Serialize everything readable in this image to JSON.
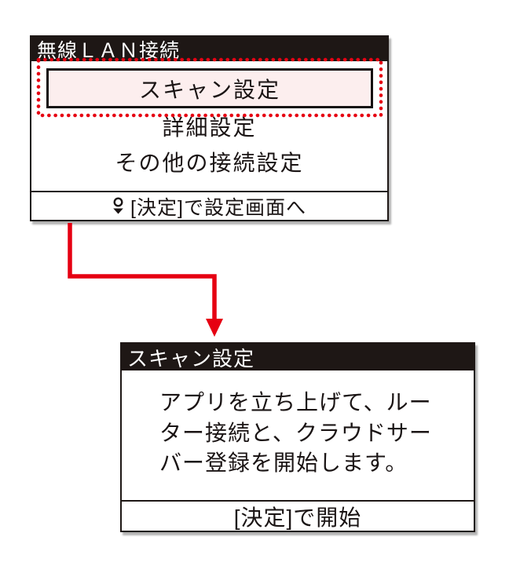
{
  "colors": {
    "accent_red": "#e60012",
    "screen_black": "#1e1715",
    "selected_bg": "#fceeee"
  },
  "screen1": {
    "title": "無線ＬＡＮ接続",
    "menu_items": [
      {
        "label": "スキャン設定",
        "selected": true
      },
      {
        "label": "詳細設定",
        "selected": false
      },
      {
        "label": "その他の接続設定",
        "selected": false
      }
    ],
    "footer": {
      "icon": "scroll-down-indicator-icon",
      "label": "[決定]で設定画面へ"
    }
  },
  "screen2": {
    "title": "スキャン設定",
    "body_lines": [
      "アプリを立ち上げて、ルー",
      "ター接続と、クラウドサー",
      "バー登録を開始します。"
    ],
    "footer": {
      "label": "[決定]で開始"
    }
  },
  "connector": {
    "type": "elbow-arrow",
    "color": "#e60012"
  }
}
